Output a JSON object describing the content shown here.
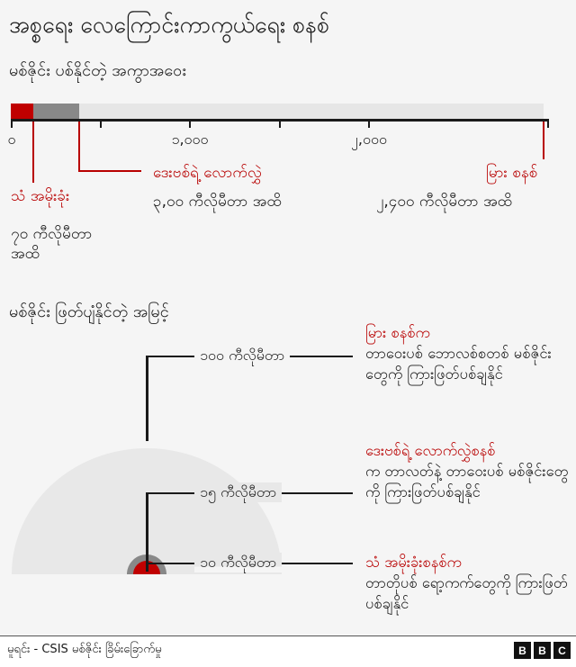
{
  "header": {
    "title": "အစ္စရေး လေကြောင်းကာကွယ်ရေး စနစ်",
    "subtitle": "မစ်ဇိုင်း ပစ်နိုင်တဲ့ အကွာအဝေး"
  },
  "range_chart": {
    "axis_ticks": [
      "၀",
      "",
      "၁,၀၀၀",
      "",
      "၂,၀၀၀",
      "",
      ""
    ],
    "colors": {
      "iron_dome": "#c00000",
      "davids_sling": "#888888",
      "arrow": "#e6e6e6",
      "leader": "#b80000"
    },
    "systems": [
      {
        "name": "သံ အမိုးခုံး",
        "range_text_line1": "၇၀ ကီလိုမီတာ",
        "range_text_line2": "အထိ"
      },
      {
        "name": "ဒေးဗစ်ရဲ့ လောက်လွှဲ",
        "range_text": "၃,၀၀ ကီလိုမီတာ အထိ"
      },
      {
        "name": "မြား စနစ်",
        "range_text": "၂,၄၀၀ ကီလိုမီတာ အထိ"
      }
    ]
  },
  "altitude_section": {
    "heading": "မစ်ဇိုင်း ဖြတ်ပျံနိုင်တဲ့ အမြင့်",
    "levels": [
      {
        "altitude": "၁၀၀ ကီလိုမီတာ",
        "system": "မြား စနစ်က",
        "description": "တာဝေးပစ် ဘောလစ်စတစ် မစ်ဇိုင်းတွေကို ကြားဖြတ်ပစ်ချနိုင်"
      },
      {
        "altitude": "၁၅ ကီလိုမီတာ",
        "system": "ဒေးဗစ်ရဲ့ လောက်လွှဲစနစ်",
        "description": "က တာလတ်နဲ့ တာဝေးပစ် မစ်ဇိုင်းတွေကို ကြားဖြတ်ပစ်ချနိုင်"
      },
      {
        "altitude": "၁၀ ကီလိုမီတာ",
        "system": "သံ အမိုးခုံးစနစ်က",
        "description": "တာတိုပစ် ရော့ကက်တွေကို ကြားဖြတ်ပစ်ချနိုင်"
      }
    ]
  },
  "chart_data": {
    "type": "bar",
    "title": "အစ္စရေး လေကြောင်းကာကွယ်ရေး စနစ်",
    "subtitle": "မစ်ဇိုင်း ပစ်နိုင်တဲ့ အကွာအဝေး",
    "categories": [
      "သံ အမိုးခုံး",
      "ဒေးဗစ်ရဲ့ လောက်လွှဲ",
      "မြား စနစ်"
    ],
    "values": [
      70,
      300,
      2400
    ],
    "unit": "km (range)",
    "xlim": [
      0,
      3000
    ],
    "x_tick_labels": [
      "၀",
      "၁,၀၀၀",
      "၂,၀၀၀"
    ],
    "altitude_km": [
      10,
      15,
      100
    ]
  },
  "footer": {
    "source": "မူရင်း - CSIS မစ်ဇိုင်း ခြိမ်းခြောက်မှု",
    "logo_letters": [
      "B",
      "B",
      "C"
    ]
  }
}
